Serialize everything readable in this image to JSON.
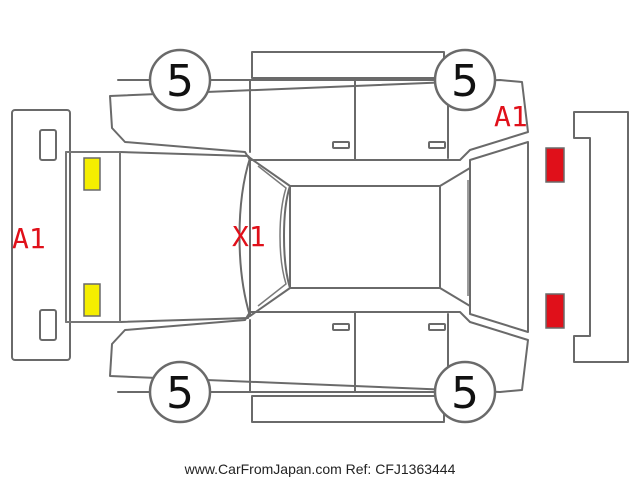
{
  "tires": {
    "front_left": "5",
    "front_right": "5",
    "rear_left": "5",
    "rear_right": "5"
  },
  "marks": {
    "front_bumper": "A1",
    "rear_bumper": "A1",
    "roof": "X1"
  },
  "footer": "www.CarFromJapan.com Ref: CFJ1363444",
  "colors": {
    "front_lamp": "#f5ee00",
    "rear_lamp": "#e0101a",
    "mark_text": "#e0101a",
    "outline": "#6a6a6a"
  }
}
